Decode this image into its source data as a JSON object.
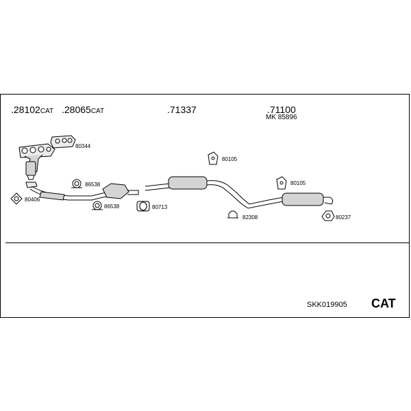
{
  "header_codes": [
    {
      "number": ".28102",
      "suffix": "CAT"
    },
    {
      "number": ".28065",
      "suffix": "CAT"
    },
    {
      "number": ".71337",
      "suffix": ""
    },
    {
      "number": ".71100",
      "suffix": ""
    }
  ],
  "kit_note": "MK  85896",
  "part_labels": {
    "p80344": "80344",
    "p86538_a": "86538",
    "p86538_b": "86538",
    "p80406": "80406",
    "p80713": "80713",
    "p80105_a": "80105",
    "p80105_b": "80105",
    "p82308": "82308",
    "p80237": "80237"
  },
  "footer": {
    "kit_number": "SKK019905",
    "category": "CAT"
  }
}
